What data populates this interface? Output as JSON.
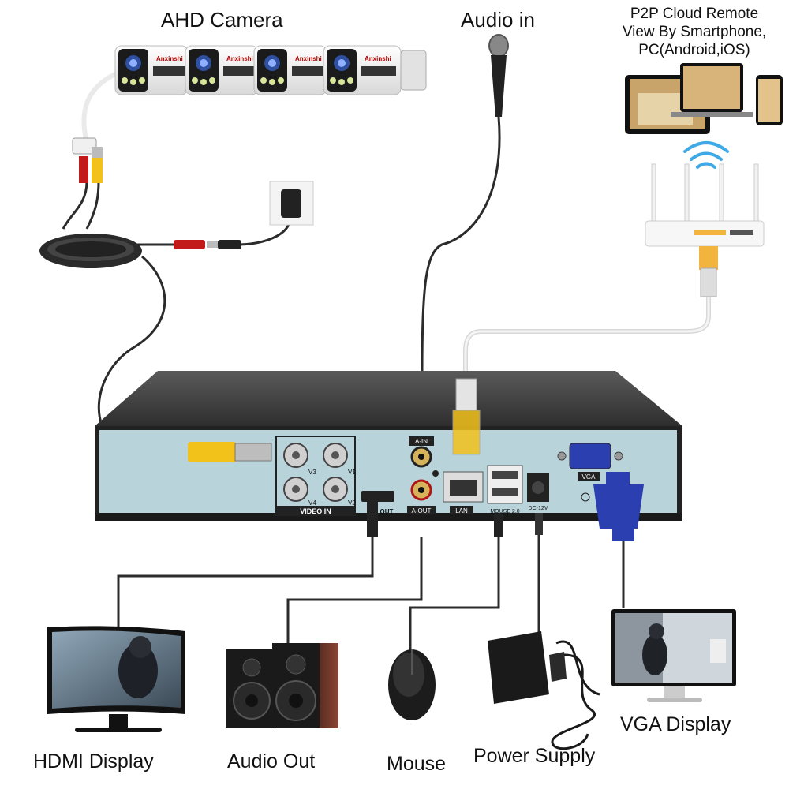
{
  "labels": {
    "ahd_camera": "AHD Camera",
    "audio_in": "Audio in",
    "cloud_line1": "P2P Cloud Remote",
    "cloud_line2": "View By Smartphone,",
    "cloud_line3": "PC(Android,iOS)",
    "hdmi_display": "HDMI Display",
    "audio_out": "Audio Out",
    "mouse": "Mouse",
    "power_supply": "Power Supply",
    "vga_display": "VGA Display"
  },
  "camera_brand": "Anxinshi",
  "dvr_panel": {
    "video_in": "VIDEO IN",
    "v1": "V1",
    "v2": "V2",
    "v3": "V3",
    "v4": "V4",
    "a_in": "A-IN",
    "a_out": "A-OUT",
    "hdmi_out": "OUT",
    "lan": "LAN",
    "usb": "MOUSE 2.0",
    "dc": "DC-12V",
    "vga": "VGA"
  },
  "colors": {
    "panel": "#b9d3db",
    "dvr_top": "#3a3a3a",
    "cable": "#2b2b2b",
    "bnc_yellow": "#f2c21b",
    "vga_blue": "#2c3fb0",
    "network_cable": "#e8e8e8"
  }
}
